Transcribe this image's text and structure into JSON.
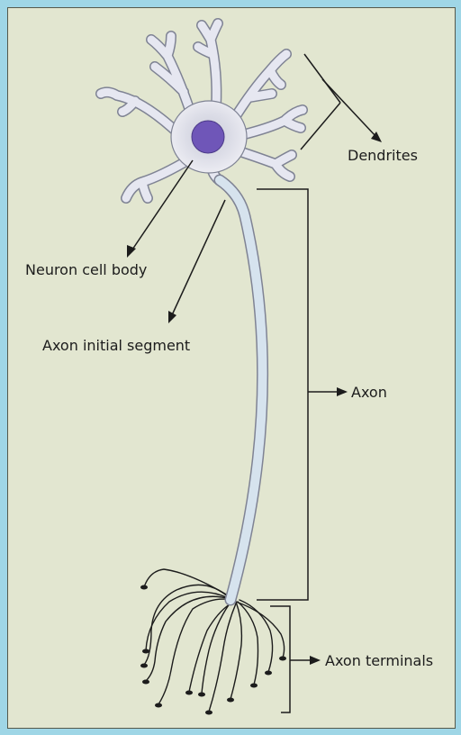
{
  "labels": {
    "dendrites": "Dendrites",
    "cell_body": "Neuron cell body",
    "initial_segment": "Axon initial segment",
    "axon": "Axon",
    "terminals": "Axon terminals"
  },
  "colors": {
    "outer_border": "#9fd6e6",
    "panel_background": "#e2e6d0",
    "cell": "#e6e7f1",
    "cell_outline": "#7f8394",
    "nucleus": "#6f56b8",
    "axon": "#d6e3ee",
    "ink": "#1c1c1c"
  }
}
